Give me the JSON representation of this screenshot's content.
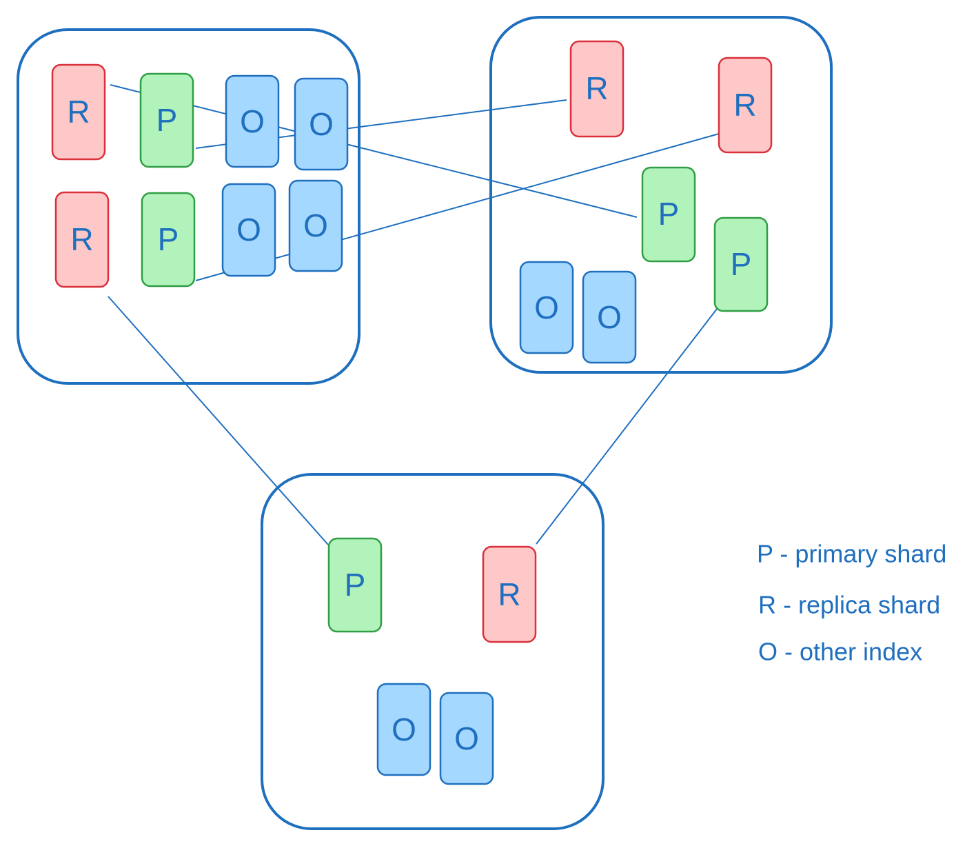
{
  "colors": {
    "node_border": "#1f6fbf",
    "text": "#1f6fbf",
    "replica_fill": "#ffc8c8",
    "replica_stroke": "#d9303b",
    "primary_fill": "#b2f2bb",
    "primary_stroke": "#2f9e44",
    "other_fill": "#a5d8ff",
    "other_stroke": "#1f6fbf"
  },
  "shard_types": {
    "R": "replica",
    "P": "primary",
    "O": "other"
  },
  "nodes": [
    {
      "id": "node-top-left",
      "shards": [
        {
          "id": "tl-r1",
          "label": "R"
        },
        {
          "id": "tl-p1",
          "label": "P"
        },
        {
          "id": "tl-o1",
          "label": "O"
        },
        {
          "id": "tl-o2",
          "label": "O"
        },
        {
          "id": "tl-r2",
          "label": "R"
        },
        {
          "id": "tl-p2",
          "label": "P"
        },
        {
          "id": "tl-o3",
          "label": "O"
        },
        {
          "id": "tl-o4",
          "label": "O"
        }
      ]
    },
    {
      "id": "node-top-right",
      "shards": [
        {
          "id": "tr-r1",
          "label": "R"
        },
        {
          "id": "tr-r2",
          "label": "R"
        },
        {
          "id": "tr-p1",
          "label": "P"
        },
        {
          "id": "tr-p2",
          "label": "P"
        },
        {
          "id": "tr-o1",
          "label": "O"
        },
        {
          "id": "tr-o2",
          "label": "O"
        }
      ]
    },
    {
      "id": "node-bottom",
      "shards": [
        {
          "id": "b-p1",
          "label": "P"
        },
        {
          "id": "b-r1",
          "label": "R"
        },
        {
          "id": "b-o1",
          "label": "O"
        },
        {
          "id": "b-o2",
          "label": "O"
        }
      ]
    }
  ],
  "links": [
    {
      "from": "tl-r1",
      "to": "tr-p1"
    },
    {
      "from": "tl-p1",
      "to": "tr-r1"
    },
    {
      "from": "tl-p2",
      "to": "tr-r2"
    },
    {
      "from": "tl-r2",
      "to": "b-p1"
    },
    {
      "from": "tr-p2",
      "to": "b-r1"
    }
  ],
  "legend": [
    {
      "text": "P - primary shard"
    },
    {
      "text": "R - replica shard"
    },
    {
      "text": "O - other index"
    }
  ]
}
